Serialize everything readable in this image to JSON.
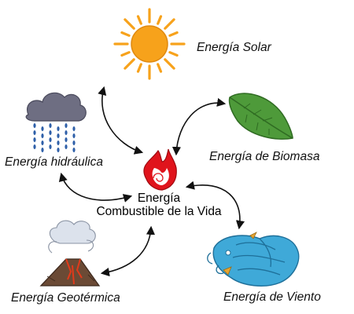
{
  "diagram": {
    "center": {
      "line1": "Energía",
      "line2": "Combustible de la Vida",
      "icon": "flame-icon"
    },
    "nodes": {
      "solar": {
        "label": "Energía Solar",
        "icon": "sun-icon"
      },
      "hidraulica": {
        "label": "Energía hidráulica",
        "icon": "rain-cloud-icon"
      },
      "biomasa": {
        "label": "Energía de Biomasa",
        "icon": "leaf-icon"
      },
      "geotermica": {
        "label": "Energía Geotérmica",
        "icon": "volcano-icon"
      },
      "viento": {
        "label": "Energía de Viento",
        "icon": "wind-icon"
      }
    },
    "colors": {
      "sun": "#F7A21B",
      "flame": "#E0141C",
      "leaf": "#4E9A3A",
      "cloud": "#6E6E82",
      "rain": "#2E5FA8",
      "wind": "#3FA9D8",
      "volcano": "#6B4A35",
      "arrow": "#111111"
    }
  }
}
